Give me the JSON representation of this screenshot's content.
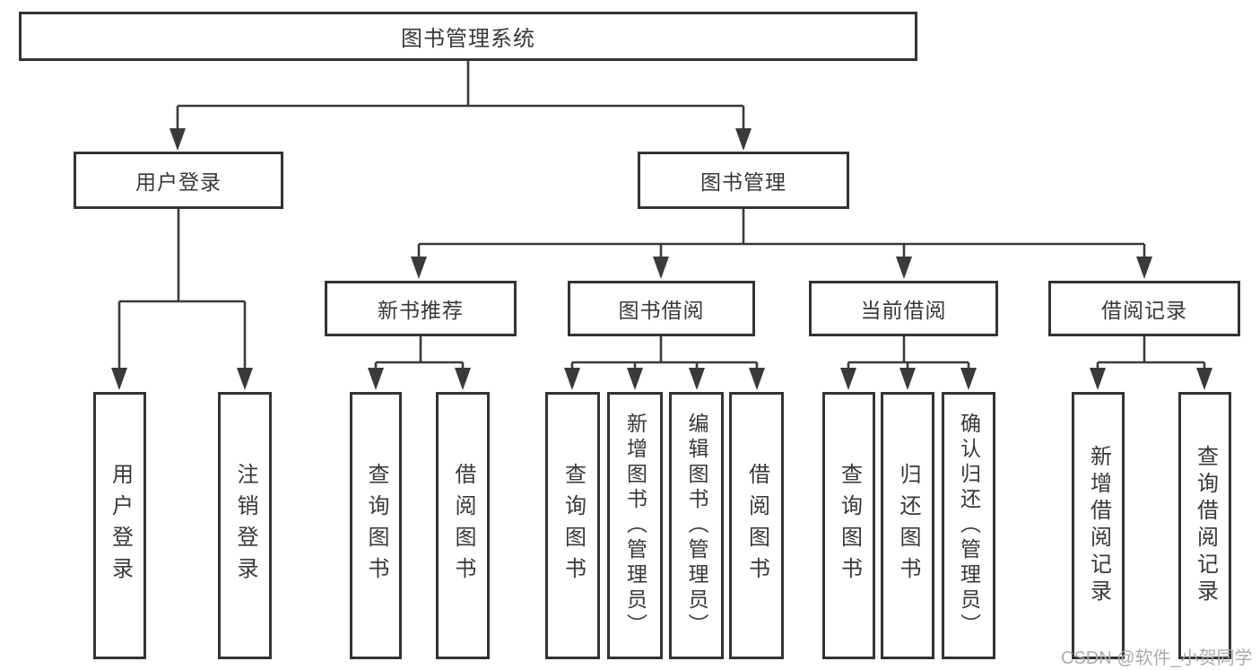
{
  "diagram": {
    "root": "图书管理系统",
    "level2": [
      "用户登录",
      "图书管理"
    ],
    "level3": [
      "新书推荐",
      "图书借阅",
      "当前借阅",
      "借阅记录"
    ],
    "leaves": [
      "用户登录",
      "注销登录",
      "查询图书",
      "借阅图书",
      "查询图书",
      "新增图书（管理员）",
      "编辑图书（管理员）",
      "借阅图书",
      "查询图书",
      "归还图书",
      "确认归还（管理员）",
      "新增借阅记录",
      "查询借阅记录"
    ]
  },
  "watermark": "CSDN @软件_小贺同学",
  "colors": {
    "line": "#3a3a3a",
    "box_border": "#333333",
    "text": "#383838",
    "watermark": "#ababab",
    "background": "#ffffff"
  }
}
